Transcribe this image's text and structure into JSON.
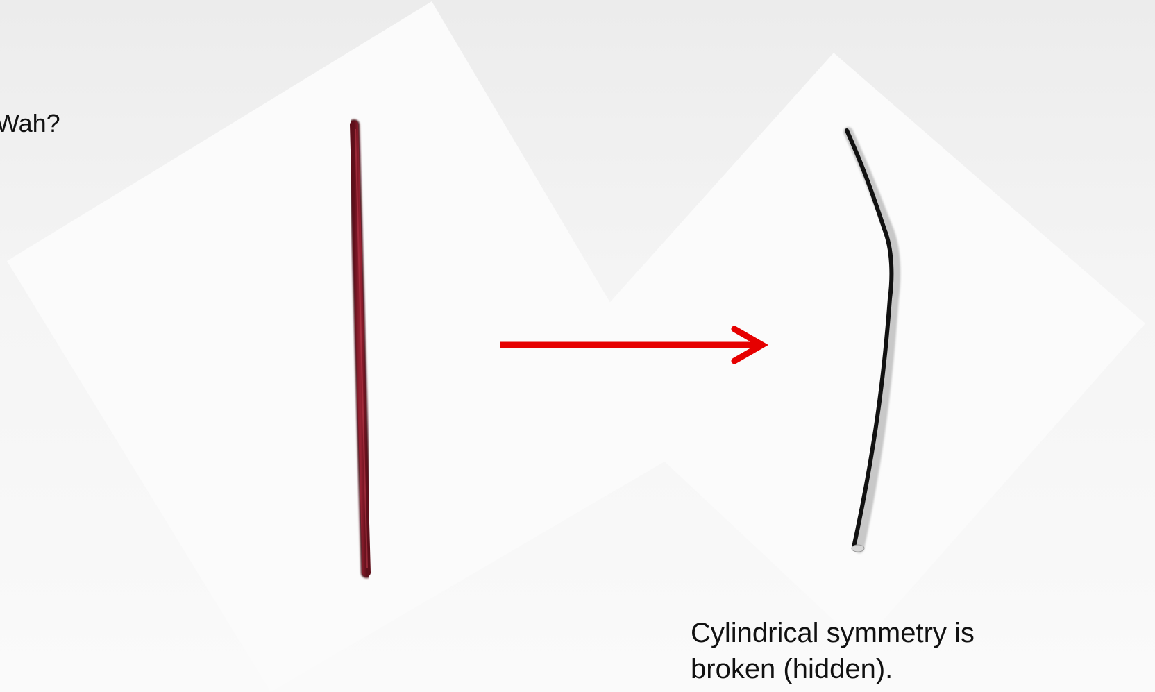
{
  "slide": {
    "question_text": "Wah?",
    "caption_line1": "Cylindrical symmetry is",
    "caption_line2": "broken (hidden)."
  },
  "colors": {
    "arrow": "#e60000",
    "straight_rod": "#8b1a2a",
    "bent_rod": "#1a1a1a",
    "card": "#fbfbfb"
  }
}
